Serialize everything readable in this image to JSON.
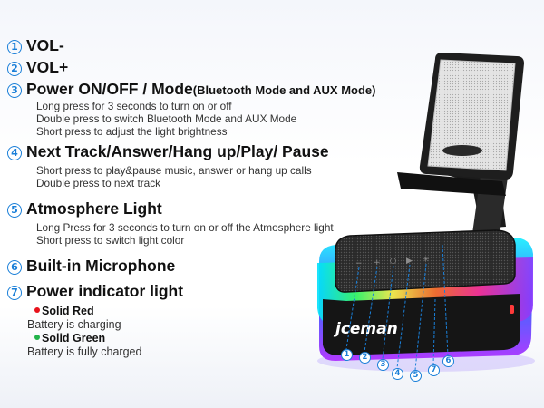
{
  "features": [
    {
      "num": "1",
      "title": "VOL-",
      "title_small": "",
      "desc": []
    },
    {
      "num": "2",
      "title": "VOL+",
      "title_small": "",
      "desc": []
    },
    {
      "num": "3",
      "title": "Power ON/OFF / Mode",
      "title_small": "(Bluetooth Mode and AUX Mode)",
      "desc": [
        "Long press for 3 seconds to turn on or off",
        "Double press to switch Bluetooth Mode and AUX Mode",
        "Short press to adjust the light brightness"
      ]
    },
    {
      "num": "4",
      "title": "Next Track/Answer/Hang up/Play/ Pause",
      "title_small": "",
      "desc": [
        "Short press to play&pause music, answer or hang up calls",
        "Double press to next track"
      ]
    },
    {
      "num": "5",
      "title": "Atmosphere Light",
      "title_small": "",
      "desc": [
        "Long Press for 3 seconds to turn on or off the Atmosphere light",
        "Short press to switch light color"
      ]
    },
    {
      "num": "6",
      "title": "Built-in Microphone",
      "title_small": "",
      "desc": []
    },
    {
      "num": "7",
      "title": "Power indicator light",
      "title_small": "",
      "desc": []
    }
  ],
  "indicator": {
    "red_label": "Solid Red",
    "red_desc": "Battery is charging",
    "green_label": "Solid Green",
    "green_desc": "Battery is fully charged",
    "red_color": "#e8121b",
    "green_color": "#22b34a"
  },
  "product": {
    "brand": "jceman",
    "callouts": [
      "1",
      "2",
      "3",
      "4",
      "5",
      "7",
      "6"
    ],
    "accent_color": "#1a7fd8"
  }
}
